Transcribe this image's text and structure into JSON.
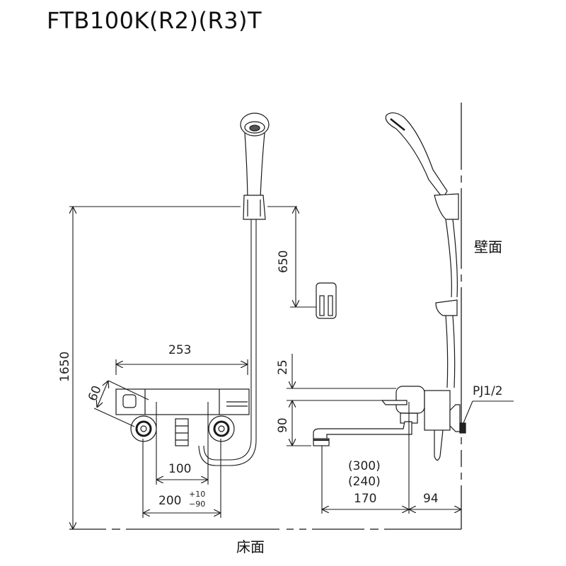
{
  "title": "FTB100K(R2)(R3)T",
  "labels": {
    "wall": "壁面",
    "floor": "床面",
    "connection": "PJ1/2"
  },
  "front_view": {
    "dims": {
      "height_total": "1650",
      "shower_hook_to_holder": "650",
      "body_width": "253",
      "body_depth": "60",
      "inlet_spacing_inner": "100",
      "inlet_spacing": "200",
      "inlet_tol_plus": "+10",
      "inlet_tol_minus": "−90"
    }
  },
  "side_view": {
    "dims": {
      "top_offset": "25",
      "spout_drop": "90",
      "spout_len_alt1": "(300)",
      "spout_len_alt2": "(240)",
      "spout_len": "170",
      "wall_offset": "94"
    }
  },
  "colors": {
    "line": "#1a1a1a",
    "text": "#111111",
    "background": "#ffffff"
  }
}
